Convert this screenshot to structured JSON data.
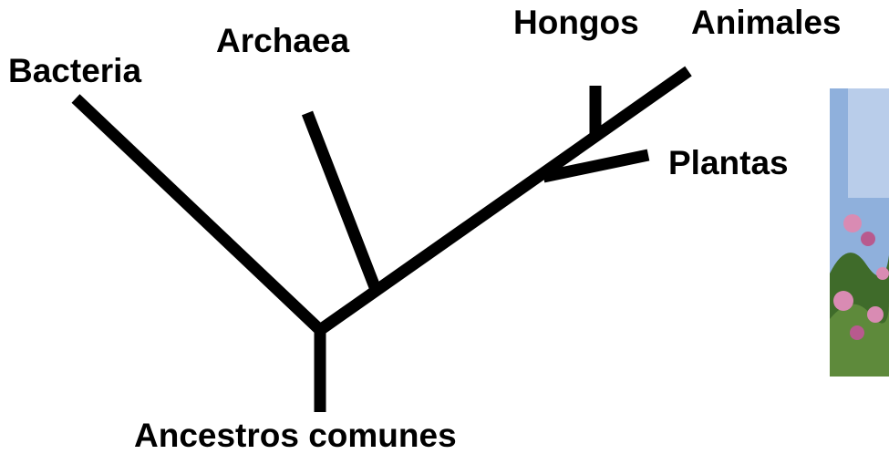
{
  "taxa": {
    "bacteria": "Bacteria",
    "archaea": "Archaea",
    "hongos": "Hongos",
    "animales": "Animales",
    "plantas": "Plantas",
    "root": "Ancestros comunes"
  },
  "colors": {
    "branch": "#000000",
    "label": "#000000",
    "background": "#ffffff"
  },
  "photo": {
    "subject": "pink flowering plant against blue sky"
  }
}
